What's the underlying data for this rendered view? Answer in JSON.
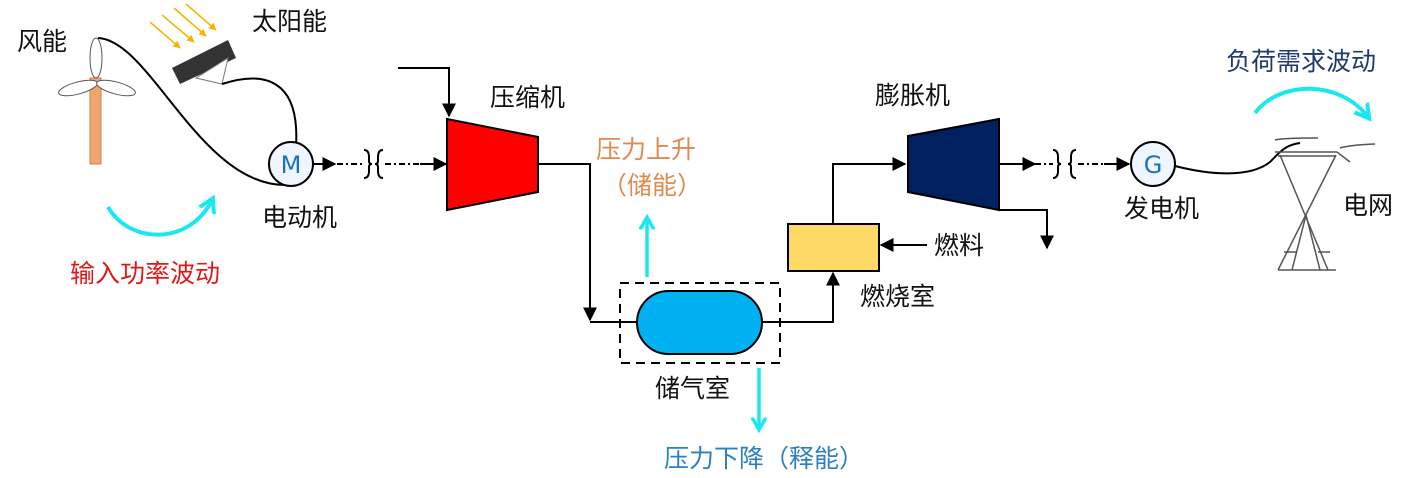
{
  "title": "压缩空气储能系统示意图",
  "colors": {
    "compressor": "#ff0000",
    "expander": "#002060",
    "storage": "#00b0f0",
    "combustor": "#ffd966",
    "fluctuation_arrow": "#1ae8f0",
    "input_label": "#e01818",
    "charge_label": "#e08a4e",
    "discharge_label": "#2d7fc0",
    "load_label": "#1f3a6b",
    "turbine_tower": "#f2a66f",
    "solar_panel": "#333333"
  },
  "sources": {
    "wind": "风能",
    "solar": "太阳能"
  },
  "motor": {
    "symbol": "M",
    "label": "电动机"
  },
  "input_fluctuation": "输入功率波动",
  "compressor": {
    "label": "压缩机"
  },
  "storage": {
    "label": "储气室",
    "charge": [
      "压力上升",
      "（储能）"
    ],
    "discharge": "压力下降（释能）"
  },
  "combustor": {
    "label": "燃烧室",
    "fuel": "燃料"
  },
  "expander": {
    "label": "膨胀机"
  },
  "generator": {
    "symbol": "G",
    "label": "发电机"
  },
  "grid": {
    "label": "电网"
  },
  "load_fluctuation": "负荷需求波动"
}
